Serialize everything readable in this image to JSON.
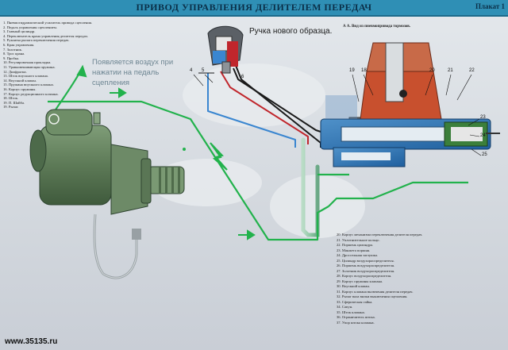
{
  "header": {
    "title": "ПРИВОД УПРАВЛЕНИЯ ДЕЛИТЕЛЕМ ПЕРЕДАЧ",
    "plate": "Плакат 1"
  },
  "labels": {
    "handle_new": "Ручка нового образца.",
    "air_note": "Появляется воздух при нажатии на педаль сцепления",
    "section_a": "А  А. Вид из пневмопривода тормозов.",
    "website": "www.35135.ru"
  },
  "legend_left": [
    "1. Пневмогидравлический усилитель привода сцепления.",
    "2. Педаль управления сцеплением.",
    "3. Главный цилиндр.",
    "4. Переключатель крана управления делителя передач.",
    "5. Рукоятка рычага переключения передач.",
    "6. Кран управления.",
    "7. Золотник.",
    "8. Трос крана.",
    "9. Пробка.",
    "10. Регулировочная прокладка.",
    "11. Уравновешивающая пружина.",
    "12. Диафрагма.",
    "13. Шток впускного клапана.",
    "14. Впускной клапан.",
    "15. Пружина впускного клапана.",
    "16. Корпус пружины.",
    "17. Корпус редукционного клапана.",
    "18. Шток.",
    "19. П. Шайба.",
    "19. Рычаг."
  ],
  "legend_right": [
    "20. Корпус механизма переключения делителя передач.",
    "21. Уплотнительное кольцо.",
    "22. Поршень цилиндра.",
    "23. Манжета поршня.",
    "24. Дроссельная заглушка.",
    "25. Цилиндр воздухораспределителя.",
    "26. Поршень воздухораспределителя.",
    "27. Золотник воздухораспределителя.",
    "28. Корпус воздухораспределителя.",
    "29. Корпус пружины клапана.",
    "30. Впускной клапан.",
    "31. Корпус клапана включения делителя передач.",
    "32. Рычаг вала вилки выключения сцепления.",
    "33. Сферическая гайка.",
    "34. Сапун.",
    "35. Шток клапана.",
    "36. Ограничитель штока.",
    "37. Упор штока клапана."
  ],
  "callouts": {
    "n4": "4",
    "n5": "5",
    "n6": "6",
    "n19": "19",
    "n18": "18",
    "n20": "20",
    "n21": "21",
    "n22": "22",
    "n23": "23",
    "n24": "24",
    "n25": "25"
  },
  "colors": {
    "title_bar": "#2f8fb5",
    "air_line": "#22b24c",
    "hydraulic_red": "#c0262c",
    "signal_blue": "#3a86d0",
    "cable_black": "#1a1a1a",
    "pipe_green": "#8fc7a4",
    "booster_green": "#5f7f5a"
  }
}
